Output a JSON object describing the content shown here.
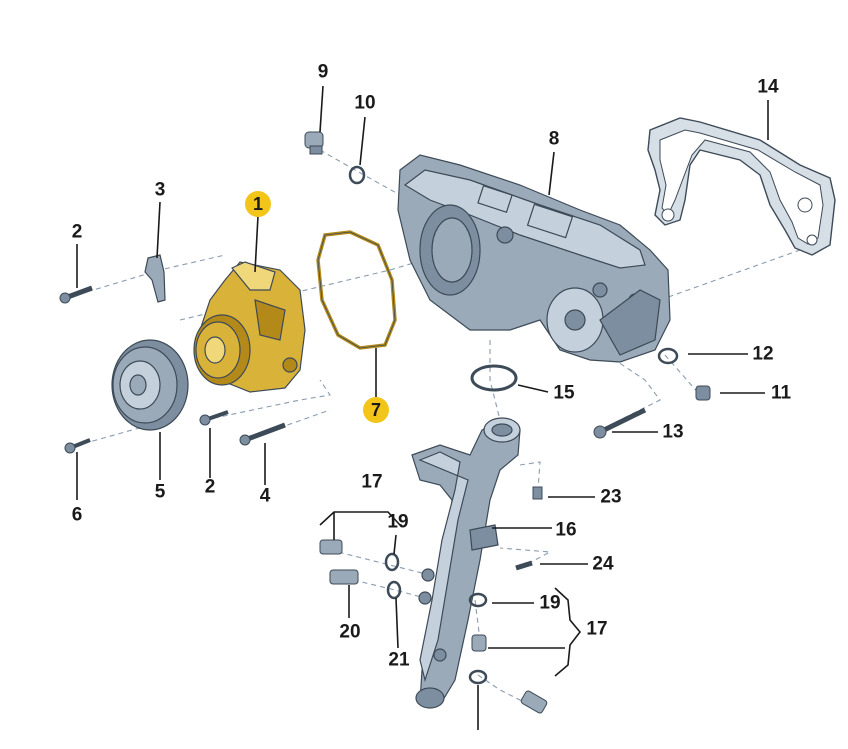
{
  "highlight_color": "#f2c518",
  "labels": {
    "p1": "1",
    "p2a": "2",
    "p2b": "2",
    "p3": "3",
    "p4": "4",
    "p5": "5",
    "p6": "6",
    "p7": "7",
    "p8": "8",
    "p9": "9",
    "p10": "10",
    "p11": "11",
    "p12": "12",
    "p13": "13",
    "p14": "14",
    "p15": "15",
    "p16": "16",
    "p17a": "17",
    "p17b": "17",
    "p19a": "19",
    "p19b": "19",
    "p20": "20",
    "p21": "21",
    "p23": "23",
    "p24": "24"
  }
}
